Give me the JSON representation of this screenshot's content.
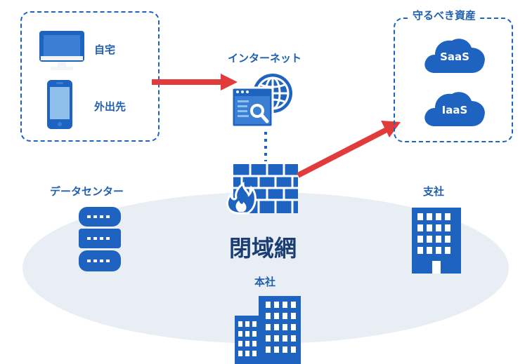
{
  "colors": {
    "primary": "#1e63c0",
    "dark_blue": "#1a3d73",
    "label_blue": "#1f5fae",
    "arrow_red": "#e23b3b",
    "ellipse_fill": "#e8eef4",
    "screen_light": "#8fc0ec"
  },
  "remote": {
    "home_label": "自宅",
    "outside_label": "外出先"
  },
  "internet": {
    "label": "インターネット"
  },
  "assets": {
    "title": "守るべき資産",
    "saas_label": "SaaS",
    "iaas_label": "IaaS"
  },
  "network": {
    "title": "閉域網",
    "datacenter_label": "データセンター",
    "branch_label": "支社",
    "hq_label": "本社"
  }
}
